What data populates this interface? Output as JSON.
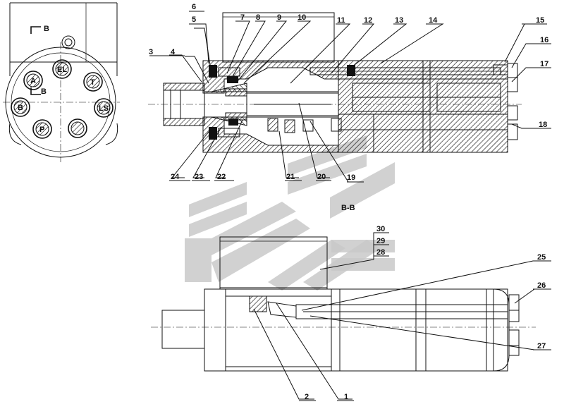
{
  "section_marks": {
    "top": "B",
    "bottom": "B"
  },
  "section_title": "B-B",
  "callouts": [
    {
      "id": "c1",
      "text": "1"
    },
    {
      "id": "c2",
      "text": "2"
    },
    {
      "id": "c3",
      "text": "3"
    },
    {
      "id": "c4",
      "text": "4"
    },
    {
      "id": "c5",
      "text": "5"
    },
    {
      "id": "c6",
      "text": "6"
    },
    {
      "id": "c7",
      "text": "7"
    },
    {
      "id": "c8",
      "text": "8"
    },
    {
      "id": "c9",
      "text": "9"
    },
    {
      "id": "c10",
      "text": "10"
    },
    {
      "id": "c11",
      "text": "11"
    },
    {
      "id": "c12",
      "text": "12"
    },
    {
      "id": "c13",
      "text": "13"
    },
    {
      "id": "c14",
      "text": "14"
    },
    {
      "id": "c15",
      "text": "15"
    },
    {
      "id": "c16",
      "text": "16"
    },
    {
      "id": "c17",
      "text": "17"
    },
    {
      "id": "c18",
      "text": "18"
    },
    {
      "id": "c19",
      "text": "19"
    },
    {
      "id": "c20",
      "text": "20"
    },
    {
      "id": "c21",
      "text": "21"
    },
    {
      "id": "c22",
      "text": "22"
    },
    {
      "id": "c23",
      "text": "23"
    },
    {
      "id": "c24",
      "text": "24"
    },
    {
      "id": "c25",
      "text": "25"
    },
    {
      "id": "c26",
      "text": "26"
    },
    {
      "id": "c27",
      "text": "27"
    },
    {
      "id": "c28",
      "text": "28"
    },
    {
      "id": "c29",
      "text": "29"
    },
    {
      "id": "c30",
      "text": "30"
    }
  ],
  "port_marks": [
    {
      "id": "p1",
      "text": "EL"
    },
    {
      "id": "p2",
      "text": "A"
    },
    {
      "id": "p3",
      "text": "T"
    },
    {
      "id": "p4",
      "text": "B"
    },
    {
      "id": "p5",
      "text": "LS"
    },
    {
      "id": "p6",
      "text": "P"
    }
  ]
}
